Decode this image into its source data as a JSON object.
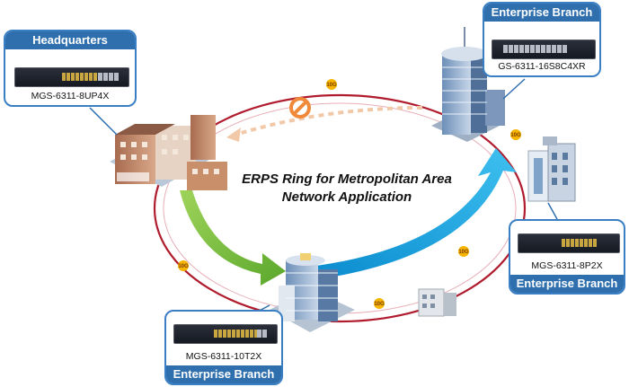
{
  "title_line1": "ERPS Ring for Metropolitan Area",
  "title_line2": "Network Application",
  "link_label": "10G",
  "sites": {
    "headquarters": {
      "header": "Headquarters",
      "model": "MGS-6311-8UP4X"
    },
    "branch_top_right": {
      "header": "Enterprise Branch",
      "model": "GS-6311-16S8C4XR"
    },
    "branch_right": {
      "header": "Enterprise Branch",
      "model": "MGS-6311-8P2X"
    },
    "branch_bottom_left": {
      "header": "Enterprise Branch",
      "model": "MGS-6311-10T2X"
    }
  },
  "colors": {
    "ring": "#b01c2e",
    "card_border": "#3a7fc4",
    "card_header": "#2f6fae",
    "green_arrow": "#7cc043",
    "blue_arrow": "#1aa0e0",
    "blocked": "#f08a3a",
    "badge": "#f7b500"
  },
  "icons": [
    "blocked-port-icon",
    "building-icon",
    "switch-icon"
  ]
}
